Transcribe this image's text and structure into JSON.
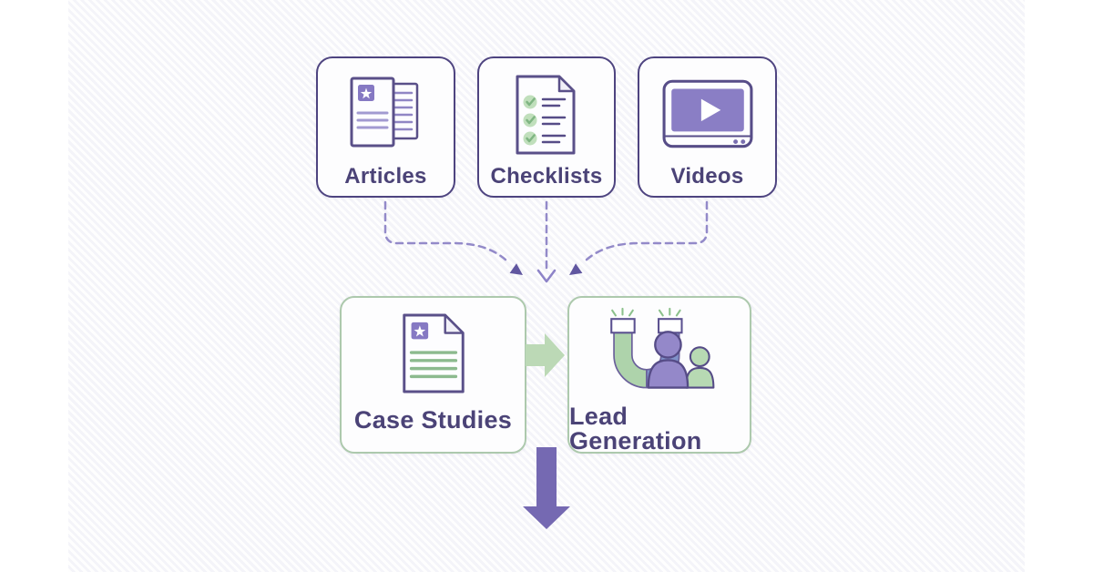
{
  "diagram": {
    "top_row": [
      {
        "id": "articles",
        "label": "Articles",
        "icon": "articles-documents-icon"
      },
      {
        "id": "checklists",
        "label": "Checklists",
        "icon": "checklist-document-icon"
      },
      {
        "id": "videos",
        "label": "Videos",
        "icon": "video-player-icon"
      }
    ],
    "bottom_row": [
      {
        "id": "case-studies",
        "label": "Case Studies",
        "icon": "case-study-document-icon"
      },
      {
        "id": "lead-generation",
        "label": "Lead Generation",
        "icon": "magnet-people-icon"
      }
    ],
    "connectors": [
      {
        "from": "articles",
        "to": "case-studies-lead-generation",
        "style": "dashed-curved"
      },
      {
        "from": "checklists",
        "to": "case-studies-lead-generation",
        "style": "dashed-straight"
      },
      {
        "from": "videos",
        "to": "case-studies-lead-generation",
        "style": "dashed-curved"
      },
      {
        "from": "case-studies",
        "to": "lead-generation",
        "style": "solid-green-arrow"
      },
      {
        "from": "bottom-row",
        "to": "down",
        "style": "solid-purple-arrow"
      }
    ]
  },
  "colors": {
    "top_box_border": "#4e4480",
    "bottom_box_border": "#adc9ad",
    "box_fill": "#fdfdfe",
    "label_text": "#4b4377",
    "dashed_line": "#938ac9",
    "arrowhead_fill": "#6157a0",
    "green_arrow": "#bcd9b6",
    "purple_arrow": "#7569b2",
    "icon_purple": "#8679c3",
    "icon_green": "#b5d8b1",
    "background": "#f8f8fb"
  }
}
